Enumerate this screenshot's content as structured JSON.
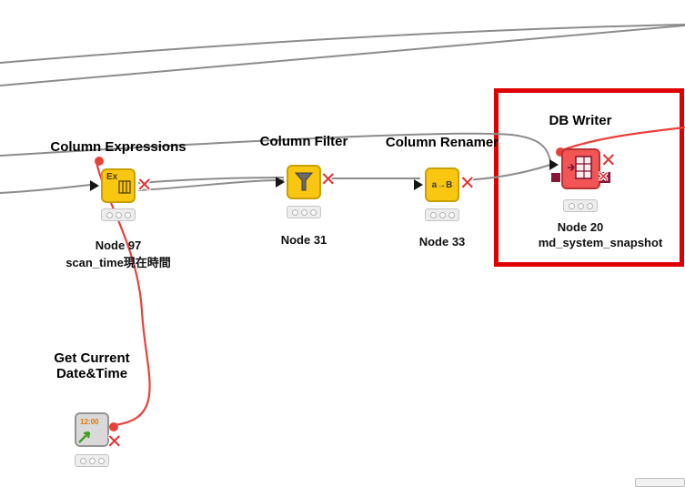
{
  "app": {
    "name": "KNIME workflow editor canvas"
  },
  "colors": {
    "node_yellow": "#F9C712",
    "node_yellow_border": "#CAA000",
    "node_red": "#F25555",
    "node_gray": "#D9D9D9",
    "connection_gray": "#8C8C8C",
    "flow_variable_red": "#E8413C",
    "db_port_maroon": "#8A1538",
    "highlight_red": "#DE0000"
  },
  "icons": {
    "delete_cross": "✕"
  },
  "nodes": {
    "column_expressions": {
      "title": "Column Expressions",
      "node_id": "Node 97",
      "annotation": "scan_time現在時間",
      "icon_text": "Ex"
    },
    "column_filter": {
      "title": "Column Filter",
      "node_id": "Node 31"
    },
    "column_renamer": {
      "title": "Column Renamer",
      "node_id": "Node 33",
      "icon_text": "a→B"
    },
    "db_writer": {
      "title": "DB Writer",
      "node_id": "Node 20",
      "annotation": "md_system_snapshot"
    },
    "get_current_datetime": {
      "title_line1": "Get Current",
      "title_line2": "Date&Time",
      "icon_text": "12:00"
    }
  }
}
